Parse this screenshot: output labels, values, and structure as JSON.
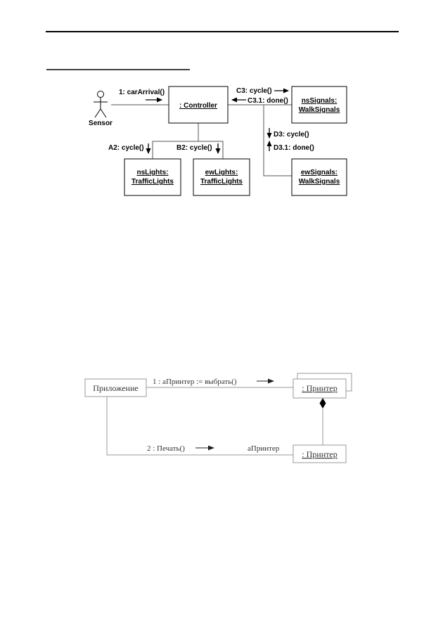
{
  "diagram1": {
    "actor": {
      "name": "Sensor"
    },
    "objects": {
      "controller": {
        "label": ": Controller"
      },
      "ns_signals": {
        "line1": "nsSignals:",
        "line2": "WalkSignals"
      },
      "ew_signals": {
        "line1": "ewSignals:",
        "line2": "WalkSignals"
      },
      "ns_lights": {
        "line1": "nsLights:",
        "line2": "TrafficLights"
      },
      "ew_lights": {
        "line1": "ewLights:",
        "line2": "TrafficLights"
      }
    },
    "messages": {
      "car_arrival": "1: carArrival()",
      "c3_cycle": "C3: cycle()",
      "c31_done": "C3.1: done()",
      "d3_cycle": "D3: cycle()",
      "d31_done": "D3.1: done()",
      "a2_cycle": "A2: cycle()",
      "b2_cycle": "B2: cycle()"
    }
  },
  "diagram2": {
    "objects": {
      "application": "Приложение",
      "printer_top": ": Принтер",
      "printer_bottom": ": Принтер"
    },
    "messages": {
      "select_printer": "1 : аПринтер := выбрать()",
      "print": "2 : Печать()",
      "role_label": "аПринтер"
    }
  }
}
